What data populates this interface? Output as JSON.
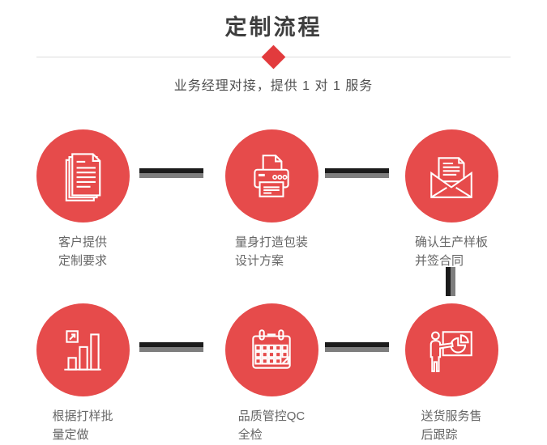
{
  "header": {
    "title": "定制流程",
    "subtitle": "业务经理对接，提供 1 对 1 服务"
  },
  "theme": {
    "accent_red": "#e64b4b",
    "diamond_red": "#e23b3d",
    "connector_dark": "#1b1b1b",
    "connector_gray": "#7e7e7e",
    "divider_gray": "#dcdcdc",
    "title_color": "#3e3e3e",
    "label_color": "#666666"
  },
  "steps": [
    {
      "icon": "documents-icon",
      "line1": "客户提供",
      "line2": "定制要求"
    },
    {
      "icon": "printer-icon",
      "line1": "量身打造包装",
      "line2": "设计方案"
    },
    {
      "icon": "envelope-icon",
      "line1": "确认生产样板",
      "line2": "并签合同"
    },
    {
      "icon": "bar-chart-icon",
      "line1": "根据打样批",
      "line2": "量定做"
    },
    {
      "icon": "calendar-icon",
      "line1": "品质管控QC",
      "line2": "全检"
    },
    {
      "icon": "presentation-icon",
      "line1": "送货服务售",
      "line2": "后跟踪"
    }
  ]
}
